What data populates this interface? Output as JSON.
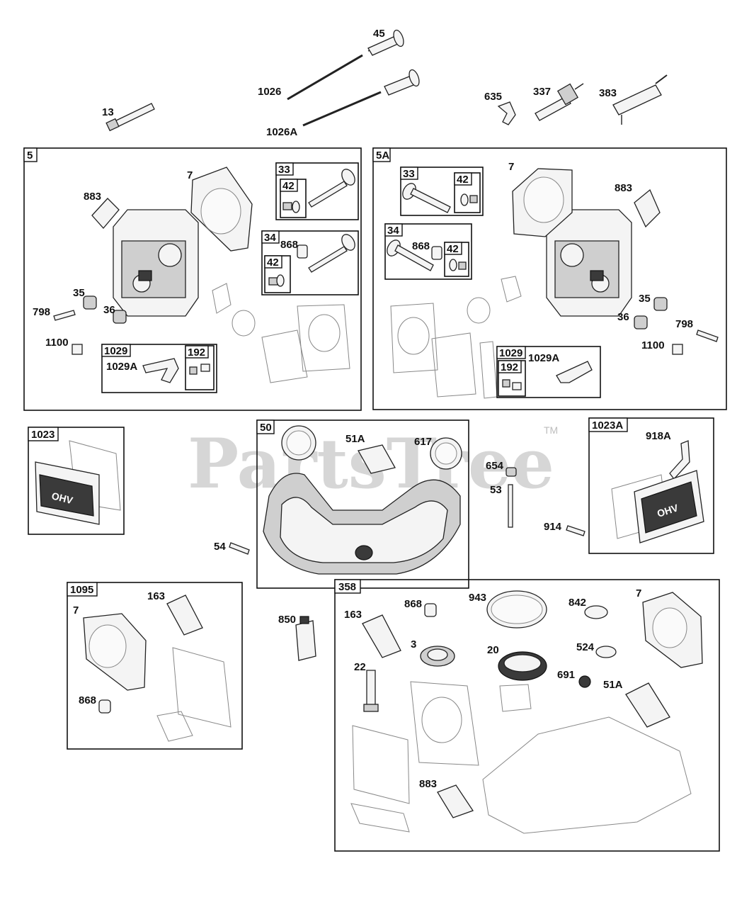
{
  "watermark": {
    "text": "PartsTree",
    "tm": "TM"
  },
  "loose_labels": {
    "l45": "45",
    "l1026": "1026",
    "l1026A": "1026A",
    "l13": "13",
    "l635": "635",
    "l337": "337",
    "l383": "383",
    "l654": "654",
    "l53": "53",
    "l54": "54",
    "l914": "914",
    "l850": "850"
  },
  "group_5": {
    "tag": "5",
    "l7": "7",
    "l883": "883",
    "l35": "35",
    "l36": "36",
    "l798": "798",
    "l1100": "1100",
    "l868": "868",
    "sub33": {
      "tag": "33",
      "inner": "42"
    },
    "sub34": {
      "tag": "34",
      "inner": "42"
    },
    "sub1029": {
      "tag": "1029",
      "label": "1029A",
      "inner": "192"
    }
  },
  "group_5A": {
    "tag": "5A",
    "l7": "7",
    "l883": "883",
    "l35": "35",
    "l36": "36",
    "l798": "798",
    "l1100": "1100",
    "l868": "868",
    "sub33": {
      "tag": "33",
      "inner": "42"
    },
    "sub34": {
      "tag": "34",
      "inner": "42"
    },
    "sub1029": {
      "tag": "1029",
      "label": "1029A",
      "inner": "192"
    }
  },
  "group_1023": {
    "tag": "1023"
  },
  "group_50": {
    "tag": "50",
    "l51A": "51A",
    "l617": "617"
  },
  "group_1023A": {
    "tag": "1023A",
    "l918A": "918A"
  },
  "group_1095": {
    "tag": "1095",
    "l7": "7",
    "l163": "163",
    "l868": "868"
  },
  "group_358": {
    "tag": "358",
    "l868": "868",
    "l943": "943",
    "l842": "842",
    "l7": "7",
    "l163": "163",
    "l3": "3",
    "l20": "20",
    "l524": "524",
    "l22": "22",
    "l691": "691",
    "l51A": "51A",
    "l883": "883"
  }
}
